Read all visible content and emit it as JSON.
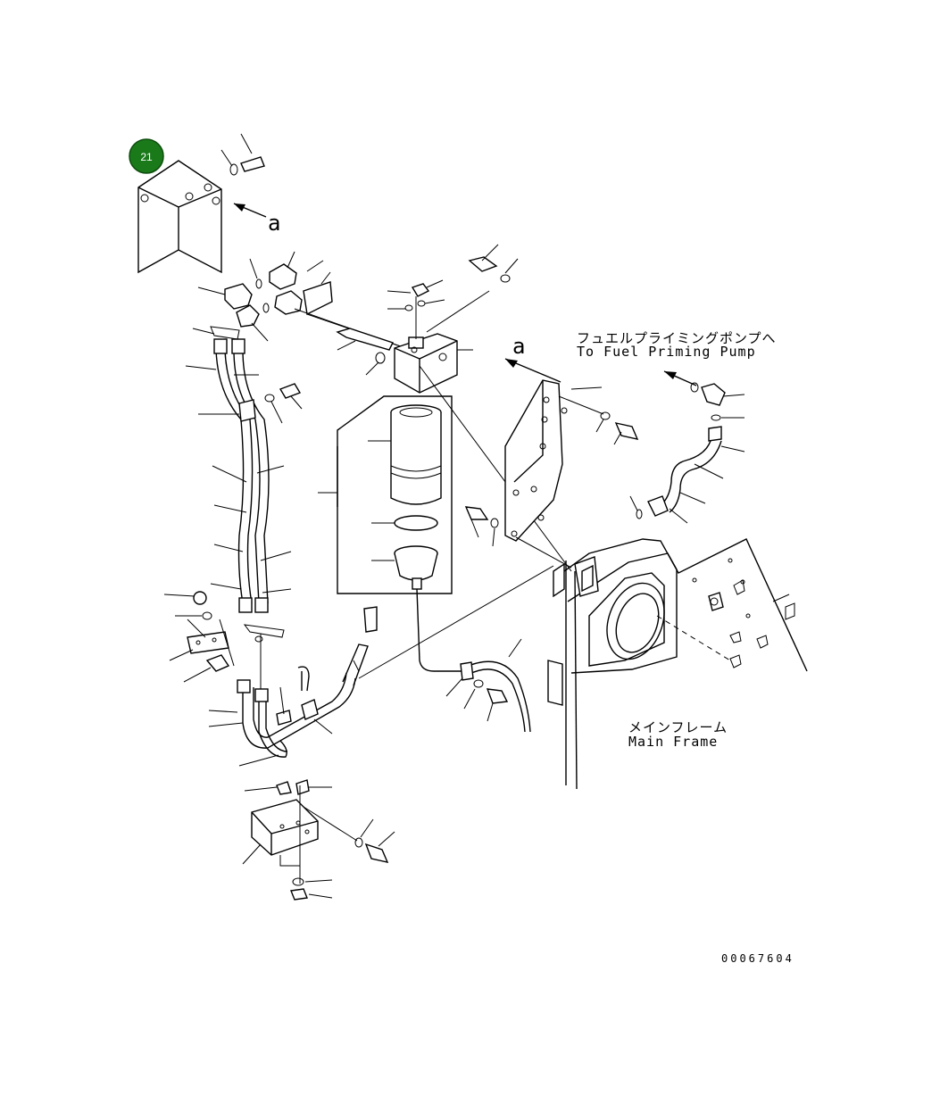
{
  "badge": {
    "number": "21",
    "color": "#1a7a1a"
  },
  "view_marker": {
    "letter": "a"
  },
  "labels": {
    "fuel_pump_jp": "フュエルプライミングポンプへ",
    "fuel_pump_en": "To Fuel Priming  Pump",
    "main_frame_jp": "メインフレーム",
    "main_frame_en": "Main Frame"
  },
  "drawing_code": "00067604"
}
